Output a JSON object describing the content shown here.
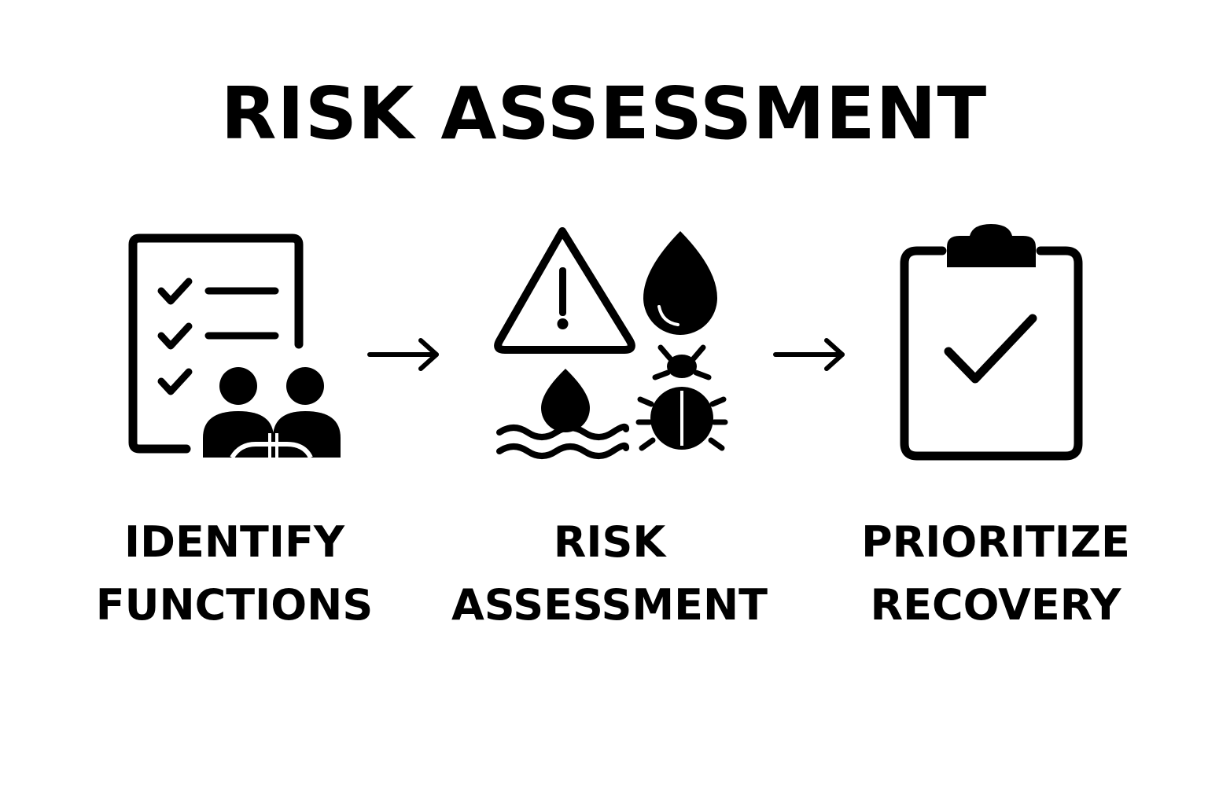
{
  "title": "RISK ASSESSMENT",
  "steps": [
    {
      "icon": "checklist-team-icon",
      "line1": "IDENTIFY",
      "line2": "FUNCTIONS"
    },
    {
      "icon": "hazards-icon",
      "line1": "RISK",
      "line2": "ASSESSMENT"
    },
    {
      "icon": "clipboard-check-icon",
      "line1": "PRIORITIZE",
      "line2": "RECOVERY"
    }
  ],
  "colors": {
    "ink": "#000000",
    "background": "#ffffff"
  }
}
